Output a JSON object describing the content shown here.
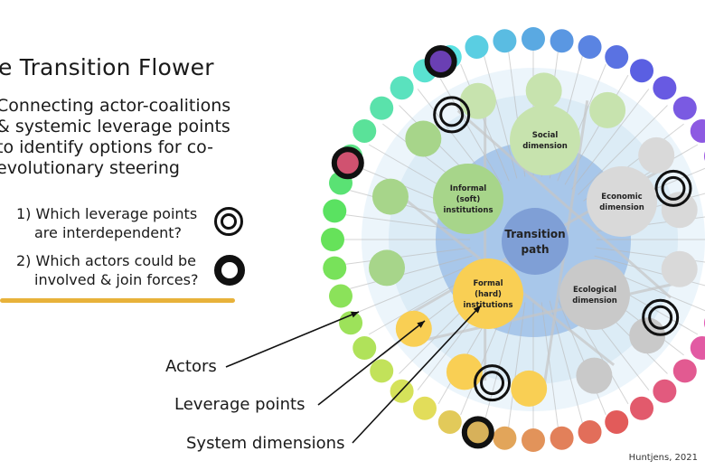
{
  "title": "he Transition Flower",
  "intro": {
    "lines": [
      "Connecting actor-coalitions",
      "& systemic leverage points",
      "to identify options for co-",
      "evolutionary steering"
    ]
  },
  "questions": [
    {
      "line1": "1) Which leverage points",
      "line2": "are interdependent?"
    },
    {
      "line1": "2) Which actors could be",
      "line2": "involved & join forces?"
    }
  ],
  "callouts": {
    "actors": "Actors",
    "leverage_points": "Leverage points",
    "system_dimensions": "System dimensions"
  },
  "center": {
    "line1": "Transition",
    "line2": "path"
  },
  "dimensions": [
    {
      "id": "social",
      "line1": "Social",
      "line2": "dimension",
      "line3": ""
    },
    {
      "id": "economic",
      "line1": "Economic",
      "line2": "dimension",
      "line3": ""
    },
    {
      "id": "ecological",
      "line1": "Ecological",
      "line2": "dimension",
      "line3": ""
    },
    {
      "id": "formal",
      "line1": "Formal",
      "line2": "(hard)",
      "line3": "institutions"
    },
    {
      "id": "informal",
      "line1": "Informal",
      "line2": "(soft)",
      "line3": "institutions"
    }
  ],
  "credit": "Huntjens, 2021",
  "colors": {
    "social": "#c7e3ae",
    "economic": "#d9d9d9",
    "ecological": "#c9c9c9",
    "formal": "#f9cf54",
    "informal": "#a7d58a",
    "center": "#7f9fd6",
    "ring_blue": "#9fc1e8",
    "ring_pale": "#dcecf7",
    "underline": "#e8b23a"
  }
}
